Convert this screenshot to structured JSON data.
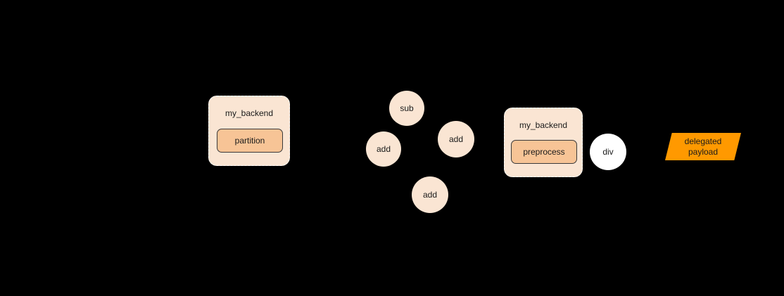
{
  "diagram": {
    "type": "graph-partition-diagram",
    "background_color": "#000000",
    "palette": {
      "subgraph_fill": "#fae5d3",
      "subgraph_border": "#ffffff",
      "op_box_fill": "#f7c496",
      "op_box_border": "#3a3a3a",
      "node_peach": "#fae5d3",
      "node_white": "#ffffff",
      "payload_fill": "#ff9900",
      "text": "#1a1a1a"
    },
    "subgraphs": [
      {
        "label": "my_backend",
        "op_label": "partition"
      },
      {
        "label": "my_backend",
        "op_label": "preprocess"
      }
    ],
    "nodes": [
      {
        "label": "sub",
        "style": "peach"
      },
      {
        "label": "add",
        "style": "peach"
      },
      {
        "label": "add",
        "style": "peach"
      },
      {
        "label": "add",
        "style": "peach"
      },
      {
        "label": "div",
        "style": "white"
      }
    ],
    "payload": {
      "line1": "delegated",
      "line2": "payload"
    }
  }
}
